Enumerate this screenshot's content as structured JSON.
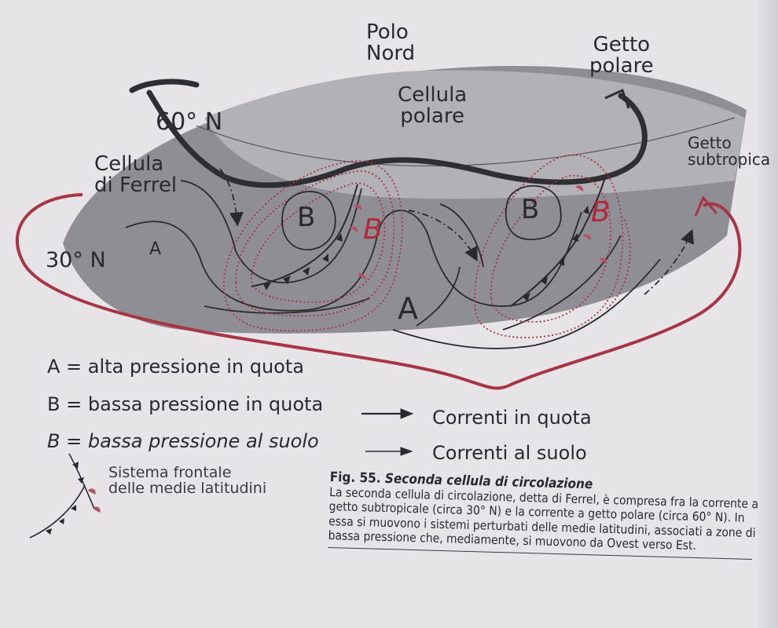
{
  "labels": {
    "polo_nord_1": "Polo",
    "polo_nord_2": "Nord",
    "getto_polare_1": "Getto",
    "getto_polare_2": "polare",
    "cellula_polare_1": "Cellula",
    "cellula_polare_2": "polare",
    "lat_60": "60° N",
    "lat_30": "30° N",
    "cellula_ferrel_1": "Cellula",
    "cellula_ferrel_2": "di Ferrel",
    "getto_subtropicale_1": "Getto",
    "getto_subtropicale_2": "subtropica",
    "a_small": "A",
    "a_large": "A",
    "b_left": "B",
    "b_left_red": "B",
    "b_right": "B",
    "b_right_red": "B"
  },
  "legend": {
    "a_alta": "A = alta pressione in quota",
    "b_bassa_quota": "B = bassa pressione in quota",
    "b_bassa_suolo": "B = bassa pressione al suolo",
    "correnti_quota": "Correnti in quota",
    "correnti_suolo": "Correnti al suolo",
    "sistema_1": "Sistema frontale",
    "sistema_2": "delle medie latitudini"
  },
  "caption": {
    "fig": "Fig. 55.",
    "title": "Seconda cellula di circolazione",
    "body": "La seconda cellula di circolazione, detta di Ferrel, è compresa fra la corrente a getto subtropicale (circa 30° N) e la corrente a getto polare (circa 60° N). In essa si muovono i sistemi perturbati delle medie latitudini, associati a zone di bassa pressione che, mediamente, si muovono da Ovest verso Est."
  },
  "colors": {
    "background": "#e6e4e7",
    "polar_cap": "#a9a8ad",
    "ferrel_band": "#8f8e94",
    "ink": "#2a2a2e",
    "red": "#b02a3a"
  }
}
